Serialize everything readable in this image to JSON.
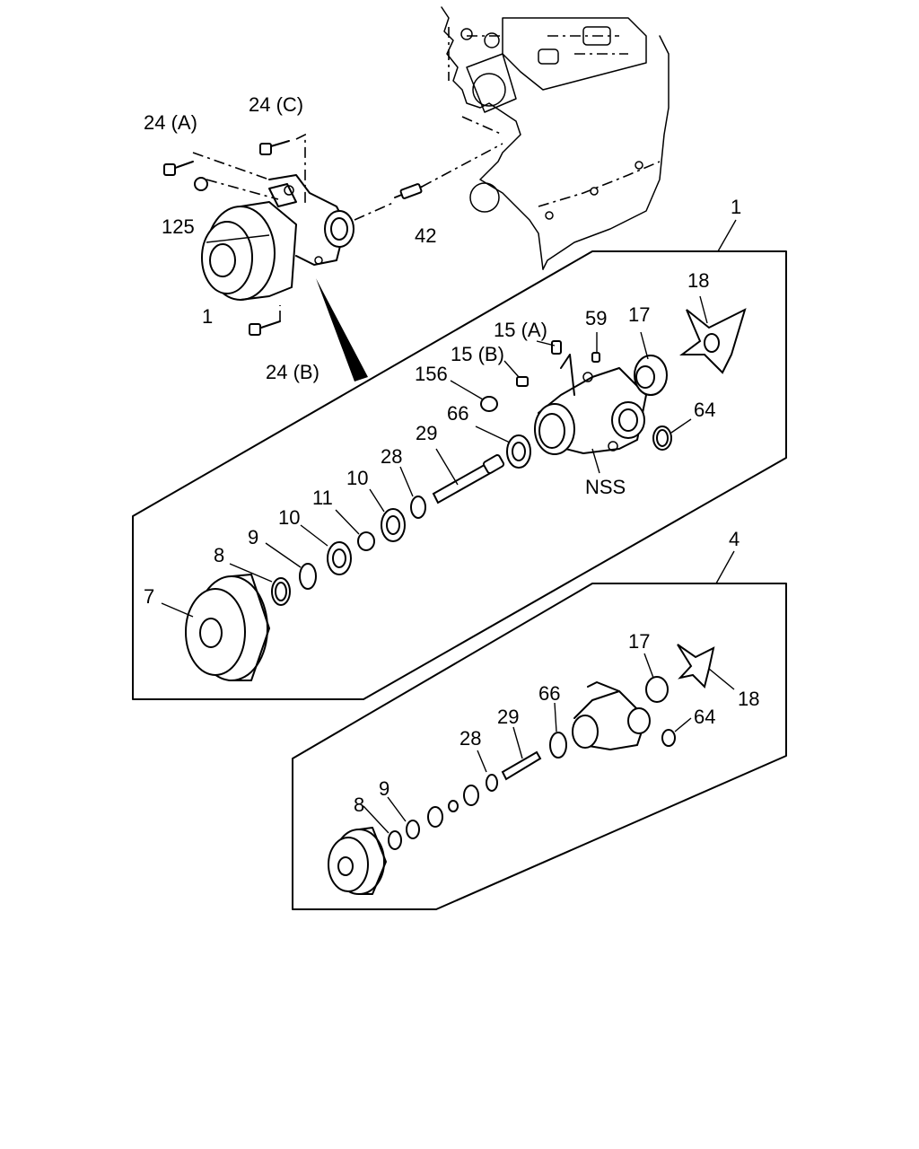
{
  "labels": {
    "l_24a": "24 (A)",
    "l_24c": "24 (C)",
    "l_125": "125",
    "l_42": "42",
    "l_1_top": "1",
    "l_1_left": "1",
    "l_24b": "24 (B)",
    "l_18_a": "18",
    "l_59": "59",
    "l_15a": "15 (A)",
    "l_17_a": "17",
    "l_15b": "15 (B)",
    "l_156": "156",
    "l_64_a": "64",
    "l_66_a": "66",
    "l_29_a": "29",
    "l_nss": "NSS",
    "l_28_a": "28",
    "l_10_a": "10",
    "l_11": "11",
    "l_10_b": "10",
    "l_9_a": "9",
    "l_8_a": "8",
    "l_7": "7",
    "l_4": "4",
    "l_17_b": "17",
    "l_18_b": "18",
    "l_66_b": "66",
    "l_29_b": "29",
    "l_64_b": "64",
    "l_28_b": "28",
    "l_8_b": "8",
    "l_9_b": "9"
  }
}
